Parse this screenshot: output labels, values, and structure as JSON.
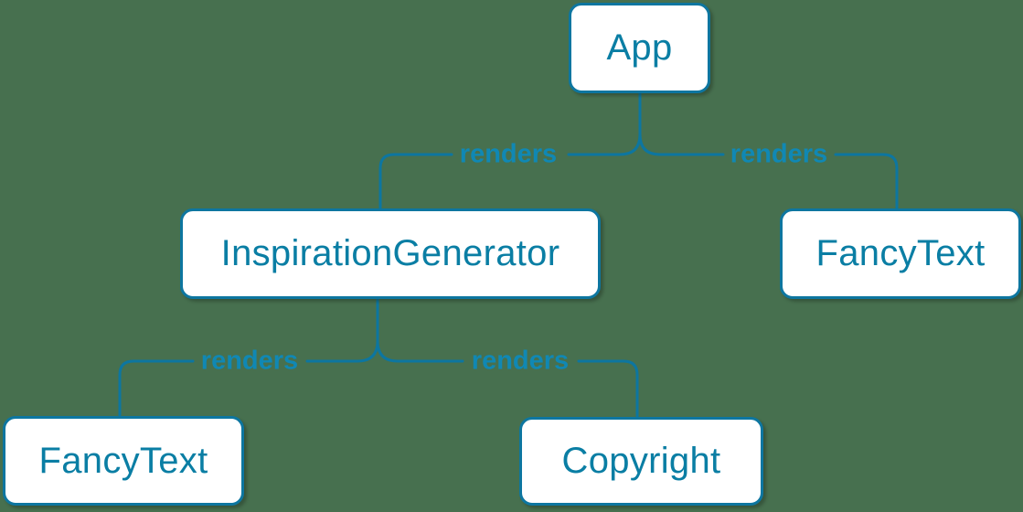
{
  "diagram": {
    "type": "render-tree",
    "colors": {
      "background": "#47704f",
      "edge_stroke": "#0d76a0",
      "node_border": "#0d76a0",
      "node_fill": "#ffffff",
      "node_text": "#0a7ea4",
      "edge_label_text": "#1088b4"
    },
    "nodes": [
      {
        "id": "app",
        "label": "App"
      },
      {
        "id": "inspiration-generator",
        "label": "InspirationGenerator"
      },
      {
        "id": "fancy-text-right",
        "label": "FancyText"
      },
      {
        "id": "fancy-text-left",
        "label": "FancyText"
      },
      {
        "id": "copyright",
        "label": "Copyright"
      }
    ],
    "edges": [
      {
        "from": "App",
        "to": "InspirationGenerator",
        "label": "renders"
      },
      {
        "from": "App",
        "to": "FancyText",
        "label": "renders"
      },
      {
        "from": "InspirationGenerator",
        "to": "FancyText",
        "label": "renders"
      },
      {
        "from": "InspirationGenerator",
        "to": "Copyright",
        "label": "renders"
      }
    ]
  }
}
